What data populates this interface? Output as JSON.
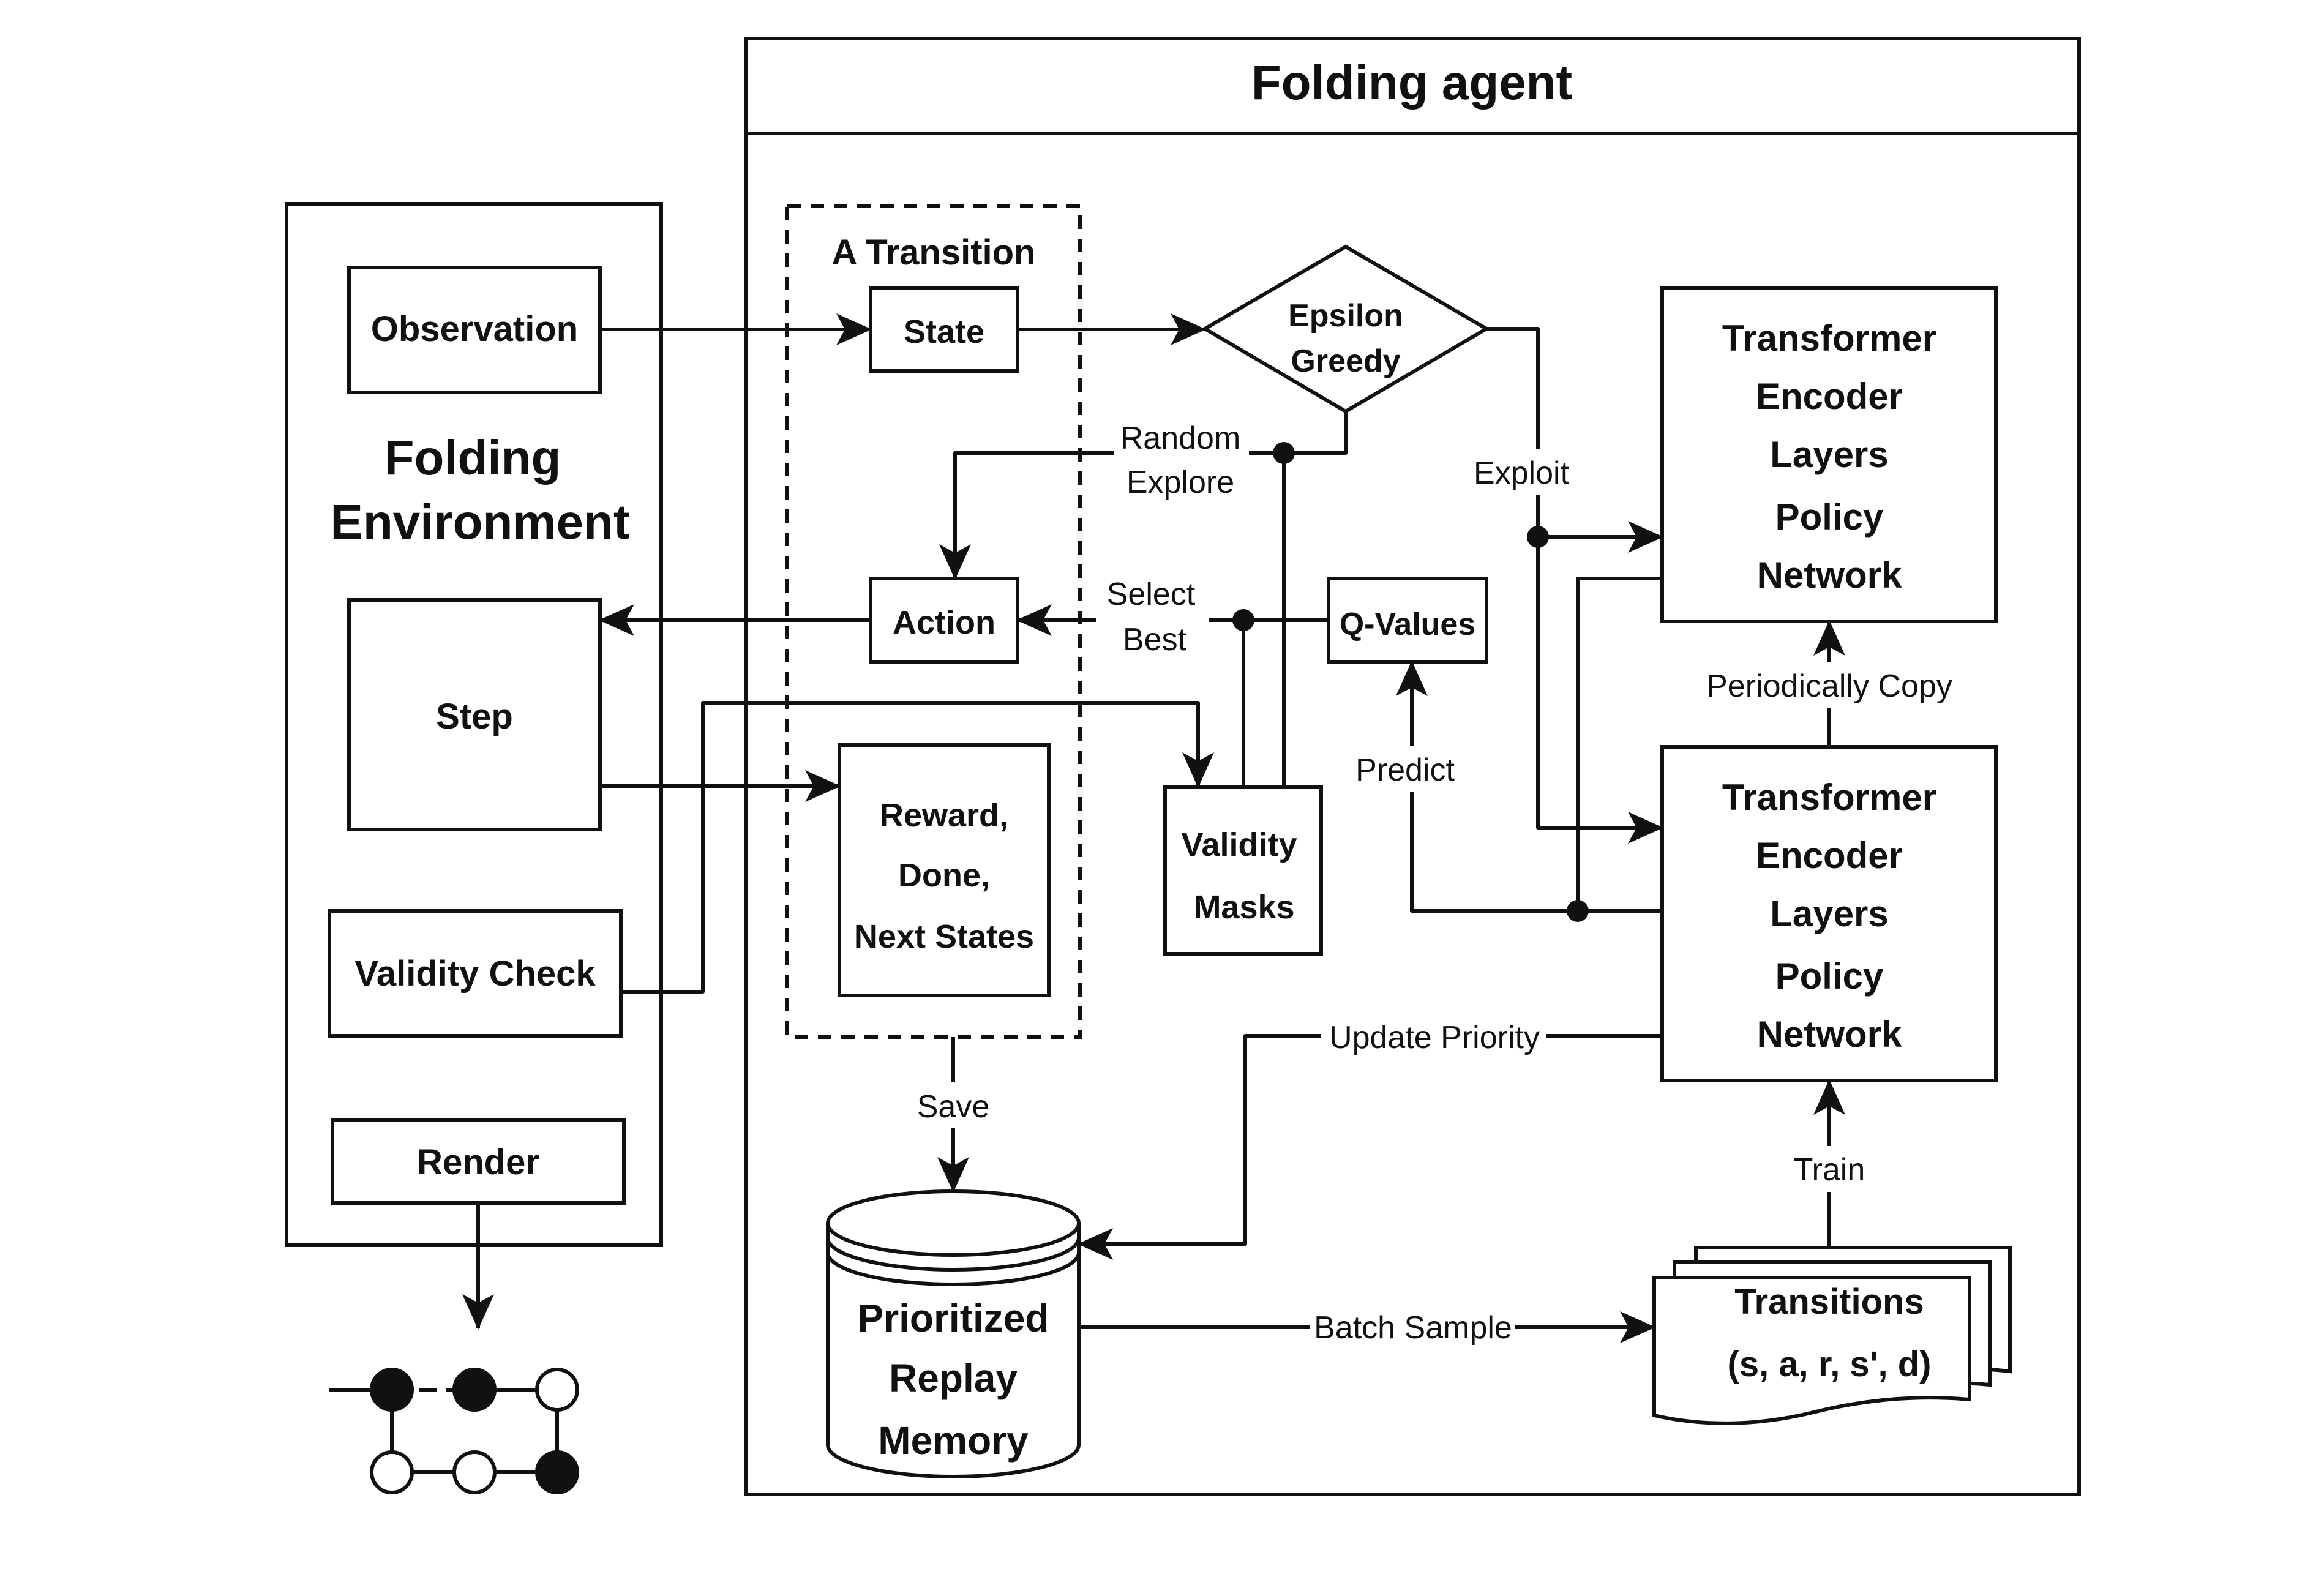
{
  "environment": {
    "title_line1": "Folding",
    "title_line2": "Environment",
    "observation": "Observation",
    "step": "Step",
    "validity_check": "Validity Check",
    "render": "Render"
  },
  "agent": {
    "title": "Folding agent",
    "transition_title": "A Transition",
    "state": "State",
    "action": "Action",
    "reward_lines": [
      "Reward,",
      "Done,",
      "Next States"
    ],
    "epsilon_lines": [
      "Epsilon",
      "Greedy"
    ],
    "q_values": "Q-Values",
    "validity_masks_lines": [
      "Validity",
      "Masks"
    ],
    "target_network_lines": [
      "Transformer",
      "Encoder",
      "Layers",
      "Policy",
      "Network"
    ],
    "policy_network_lines": [
      "Transformer",
      "Encoder",
      "Layers",
      "Policy",
      "Network"
    ],
    "replay_memory_lines": [
      "Prioritized",
      "Replay",
      "Memory"
    ],
    "transitions_lines": [
      "Transitions",
      "(s, a, r, s', d)"
    ]
  },
  "edges": {
    "random_explore_lines": [
      "Random",
      "Explore"
    ],
    "select_best_lines": [
      "Select",
      "Best"
    ],
    "exploit": "Exploit",
    "predict": "Predict",
    "periodically_copy": "Periodically Copy",
    "update_priority": "Update Priority",
    "save": "Save",
    "train": "Train",
    "batch_sample": "Batch Sample"
  },
  "render_lattice": {
    "top_row": [
      "filled",
      "filled",
      "empty"
    ],
    "bottom_row": [
      "empty",
      "empty",
      "filled"
    ]
  },
  "colors": {
    "stroke": "#111111",
    "background": "#ffffff"
  }
}
